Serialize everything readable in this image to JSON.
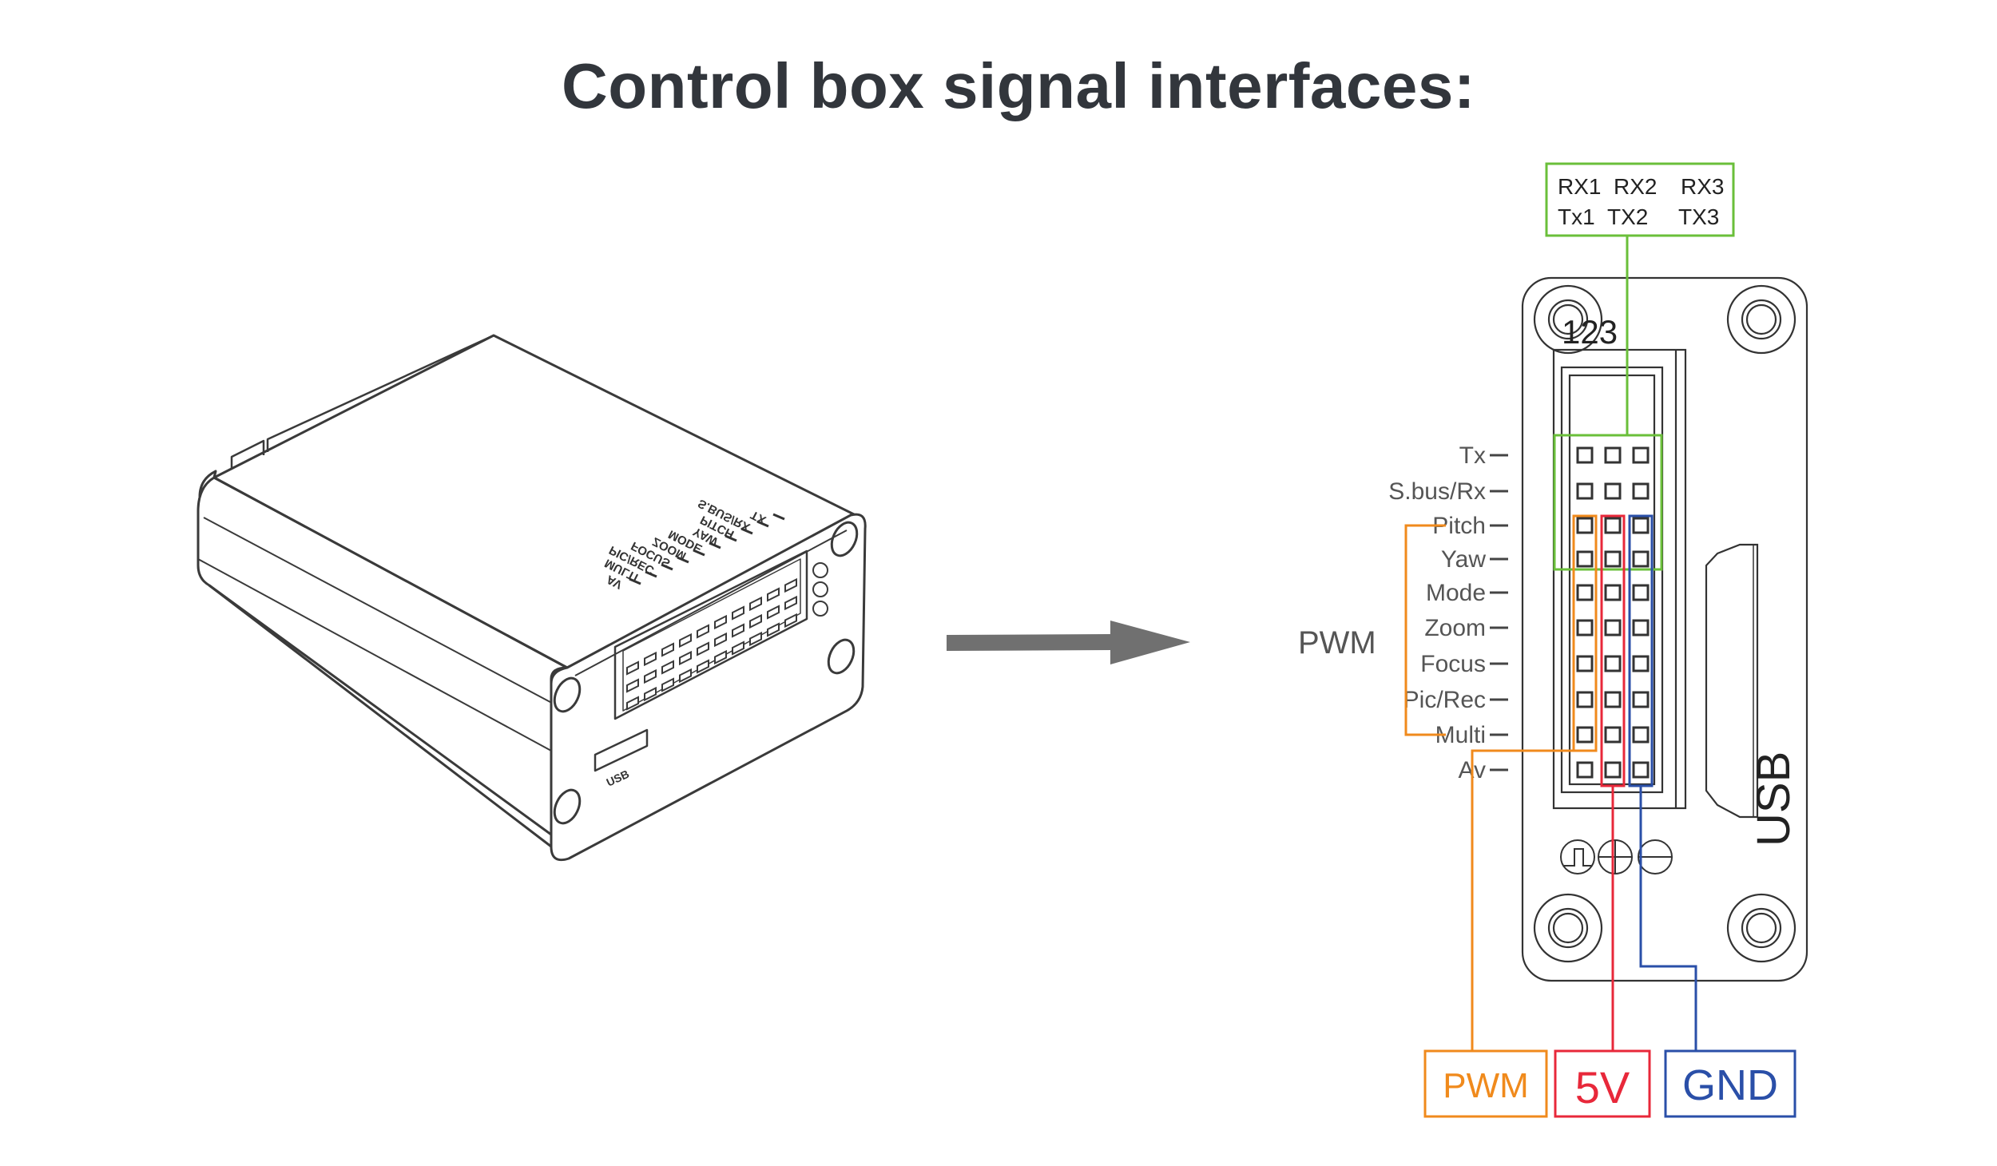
{
  "title": "Control box signal interfaces:",
  "colors": {
    "pwm": "#f08a1c",
    "power": "#e8283a",
    "gnd": "#2a4fa8",
    "serial": "#6abf3a",
    "arrow": "#707070",
    "line": "#444444"
  },
  "box_illustration": {
    "top_labels": [
      "TX",
      "S.BUS/RX",
      "PITCH",
      "YAW",
      "MODE",
      "ZOOM",
      "FOCUS",
      "PIC/REC",
      "MULTI",
      "AV"
    ],
    "usb_label": "USB"
  },
  "pinout": {
    "column_numbers": "123",
    "serial_box": {
      "row1": [
        "RX1",
        "RX2",
        "RX3"
      ],
      "row2": [
        "Tx1",
        "TX2",
        "TX3"
      ]
    },
    "rows": [
      {
        "label": "Tx",
        "group": "serial"
      },
      {
        "label": "S.bus/Rx",
        "group": "serial"
      },
      {
        "label": "Pitch",
        "group": "pwm"
      },
      {
        "label": "Yaw",
        "group": "pwm"
      },
      {
        "label": "Mode",
        "group": "pwm"
      },
      {
        "label": "Zoom",
        "group": "pwm"
      },
      {
        "label": "Focus",
        "group": "pwm"
      },
      {
        "label": "Pic/Rec",
        "group": "pwm"
      },
      {
        "label": "Multi",
        "group": "pwm"
      },
      {
        "label": "Av",
        "group": "other"
      }
    ],
    "pwm_group_label": "PWM",
    "usb_port_label": "USB",
    "symbols": [
      "pulse-icon",
      "plus-icon",
      "minus-icon"
    ],
    "legend": [
      {
        "label": "PWM",
        "color": "#f08a1c"
      },
      {
        "label": "5V",
        "color": "#e8283a"
      },
      {
        "label": "GND",
        "color": "#2a4fa8"
      }
    ]
  }
}
